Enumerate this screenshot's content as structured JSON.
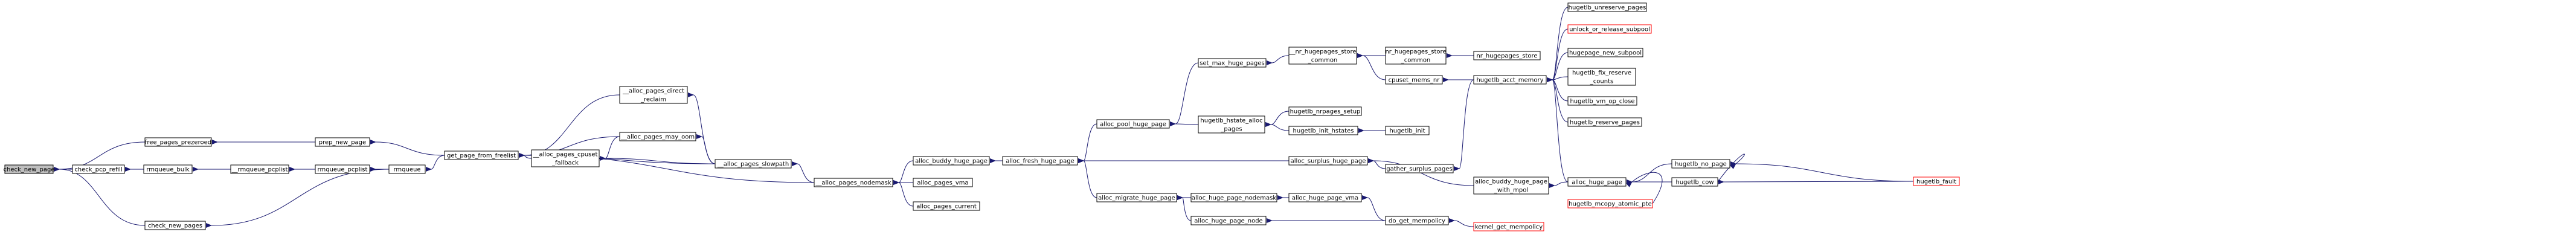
{
  "colors": {
    "edge": "#191970",
    "box_border": "#000000",
    "box_border_highlight": "#ff0000",
    "box_fill": "#ffffff",
    "box_fill_root": "#bfbfbf"
  },
  "nodes": {
    "check_new_page": {
      "lines": [
        "check_new_page"
      ],
      "root": true
    },
    "check_pcp_refill": {
      "lines": [
        "check_pcp_refill"
      ]
    },
    "free_pages_prezeroed": {
      "lines": [
        "free_pages_prezeroed"
      ]
    },
    "check_new_pages": {
      "lines": [
        "check_new_pages"
      ]
    },
    "rmqueue_bulk": {
      "lines": [
        "rmqueue_bulk"
      ]
    },
    "__rmqueue_pcplist": {
      "lines": [
        "__rmqueue_pcplist"
      ]
    },
    "rmqueue_pcplist": {
      "lines": [
        "rmqueue_pcplist"
      ]
    },
    "prep_new_page": {
      "lines": [
        "prep_new_page"
      ]
    },
    "rmqueue": {
      "lines": [
        "rmqueue"
      ]
    },
    "get_page_from_freelist": {
      "lines": [
        "get_page_from_freelist"
      ]
    },
    "__alloc_pages_direct_reclaim": {
      "lines": [
        "__alloc_pages_direct",
        "_reclaim"
      ]
    },
    "__alloc_pages_may_oom": {
      "lines": [
        "__alloc_pages_may_oom"
      ]
    },
    "__alloc_pages_cpuset_fallback": {
      "lines": [
        "__alloc_pages_cpuset",
        "_fallback"
      ]
    },
    "__alloc_pages_slowpath": {
      "lines": [
        "__alloc_pages_slowpath"
      ]
    },
    "__alloc_pages_nodemask": {
      "lines": [
        "__alloc_pages_nodemask"
      ]
    },
    "alloc_buddy_huge_page": {
      "lines": [
        "alloc_buddy_huge_page"
      ]
    },
    "alloc_pages_vma": {
      "lines": [
        "alloc_pages_vma"
      ]
    },
    "alloc_pages_current": {
      "lines": [
        "alloc_pages_current"
      ]
    },
    "alloc_fresh_huge_page": {
      "lines": [
        "alloc_fresh_huge_page"
      ]
    },
    "alloc_pool_huge_page": {
      "lines": [
        "alloc_pool_huge_page"
      ]
    },
    "alloc_migrate_huge_page": {
      "lines": [
        "alloc_migrate_huge_page"
      ]
    },
    "set_max_huge_pages": {
      "lines": [
        "set_max_huge_pages"
      ]
    },
    "hugetlb_hstate_alloc_pages": {
      "lines": [
        "hugetlb_hstate_alloc",
        "_pages"
      ]
    },
    "__nr_hugepages_store_common": {
      "lines": [
        "__nr_hugepages_store",
        "_common"
      ]
    },
    "nr_hugepages_store_common": {
      "lines": [
        "nr_hugepages_store",
        "_common"
      ]
    },
    "nr_hugepages_store": {
      "lines": [
        "nr_hugepages_store"
      ]
    },
    "hugetlb_nrpages_setup": {
      "lines": [
        "hugetlb_nrpages_setup"
      ]
    },
    "hugetlb_init_hstates": {
      "lines": [
        "hugetlb_init_hstates"
      ]
    },
    "hugetlb_init": {
      "lines": [
        "hugetlb_init"
      ]
    },
    "cpuset_mems_nr": {
      "lines": [
        "cpuset_mems_nr"
      ]
    },
    "hugetlb_acct_memory": {
      "lines": [
        "hugetlb_acct_memory"
      ]
    },
    "alloc_surplus_huge_page": {
      "lines": [
        "alloc_surplus_huge_page"
      ]
    },
    "gather_surplus_pages": {
      "lines": [
        "gather_surplus_pages"
      ]
    },
    "alloc_buddy_huge_page_with_mpol": {
      "lines": [
        "alloc_buddy_huge_page",
        "_with_mpol"
      ]
    },
    "alloc_huge_page_nodemask": {
      "lines": [
        "alloc_huge_page_nodemask"
      ]
    },
    "alloc_huge_page_node": {
      "lines": [
        "alloc_huge_page_node"
      ]
    },
    "alloc_huge_page_vma": {
      "lines": [
        "alloc_huge_page_vma"
      ]
    },
    "do_get_mempolicy": {
      "lines": [
        "do_get_mempolicy"
      ]
    },
    "kernel_get_mempolicy": {
      "lines": [
        "kernel_get_mempolicy"
      ],
      "highlight": true
    },
    "hugetlb_unreserve_pages": {
      "lines": [
        "hugetlb_unreserve_pages"
      ]
    },
    "unlock_or_release_subpool": {
      "lines": [
        "unlock_or_release_subpool"
      ],
      "highlight": true
    },
    "hugepage_new_subpool": {
      "lines": [
        "hugepage_new_subpool"
      ]
    },
    "hugetlb_fix_reserve_counts": {
      "lines": [
        "hugetlb_fix_reserve",
        "_counts"
      ]
    },
    "hugetlb_vm_op_close": {
      "lines": [
        "hugetlb_vm_op_close"
      ]
    },
    "hugetlb_reserve_pages": {
      "lines": [
        "hugetlb_reserve_pages"
      ]
    },
    "alloc_huge_page": {
      "lines": [
        "alloc_huge_page"
      ]
    },
    "hugetlb_no_page": {
      "lines": [
        "hugetlb_no_page"
      ]
    },
    "hugetlb_cow": {
      "lines": [
        "hugetlb_cow"
      ]
    },
    "hugetlb_mcopy_atomic_pte": {
      "lines": [
        "hugetlb_mcopy_atomic_pte"
      ],
      "highlight": true
    },
    "hugetlb_fault": {
      "lines": [
        "hugetlb_fault"
      ],
      "highlight": true
    }
  },
  "edges": [
    [
      "check_pcp_refill",
      "check_new_page"
    ],
    [
      "free_pages_prezeroed",
      "check_new_page"
    ],
    [
      "check_new_pages",
      "check_new_page"
    ],
    [
      "prep_new_page",
      "free_pages_prezeroed"
    ],
    [
      "rmqueue_bulk",
      "check_pcp_refill"
    ],
    [
      "__rmqueue_pcplist",
      "rmqueue_bulk"
    ],
    [
      "rmqueue_pcplist",
      "__rmqueue_pcplist"
    ],
    [
      "rmqueue",
      "rmqueue_pcplist"
    ],
    [
      "rmqueue",
      "check_new_pages"
    ],
    [
      "get_page_from_freelist",
      "prep_new_page"
    ],
    [
      "get_page_from_freelist",
      "rmqueue"
    ],
    [
      "__alloc_pages_direct_reclaim",
      "get_page_from_freelist"
    ],
    [
      "__alloc_pages_may_oom",
      "get_page_from_freelist"
    ],
    [
      "__alloc_pages_cpuset_fallback",
      "get_page_from_freelist"
    ],
    [
      "__alloc_pages_slowpath",
      "get_page_from_freelist"
    ],
    [
      "__alloc_pages_nodemask",
      "get_page_from_freelist"
    ],
    [
      "__alloc_pages_slowpath",
      "__alloc_pages_direct_reclaim"
    ],
    [
      "__alloc_pages_slowpath",
      "__alloc_pages_may_oom"
    ],
    [
      "__alloc_pages_may_oom",
      "__alloc_pages_cpuset_fallback"
    ],
    [
      "__alloc_pages_slowpath",
      "__alloc_pages_cpuset_fallback"
    ],
    [
      "__alloc_pages_nodemask",
      "__alloc_pages_slowpath"
    ],
    [
      "alloc_buddy_huge_page",
      "__alloc_pages_nodemask"
    ],
    [
      "alloc_pages_vma",
      "__alloc_pages_nodemask"
    ],
    [
      "alloc_pages_current",
      "__alloc_pages_nodemask"
    ],
    [
      "alloc_fresh_huge_page",
      "alloc_buddy_huge_page"
    ],
    [
      "alloc_pool_huge_page",
      "alloc_fresh_huge_page"
    ],
    [
      "alloc_surplus_huge_page",
      "alloc_fresh_huge_page"
    ],
    [
      "alloc_migrate_huge_page",
      "alloc_fresh_huge_page"
    ],
    [
      "set_max_huge_pages",
      "alloc_pool_huge_page"
    ],
    [
      "hugetlb_hstate_alloc_pages",
      "alloc_pool_huge_page"
    ],
    [
      "__nr_hugepages_store_common",
      "set_max_huge_pages"
    ],
    [
      "nr_hugepages_store_common",
      "__nr_hugepages_store_common"
    ],
    [
      "nr_hugepages_store",
      "nr_hugepages_store_common"
    ],
    [
      "hugetlb_nrpages_setup",
      "hugetlb_hstate_alloc_pages"
    ],
    [
      "hugetlb_init_hstates",
      "hugetlb_hstate_alloc_pages"
    ],
    [
      "hugetlb_init",
      "hugetlb_init_hstates"
    ],
    [
      "cpuset_mems_nr",
      "__nr_hugepages_store_common"
    ],
    [
      "hugetlb_acct_memory",
      "cpuset_mems_nr"
    ],
    [
      "gather_surplus_pages",
      "alloc_surplus_huge_page"
    ],
    [
      "alloc_buddy_huge_page_with_mpol",
      "alloc_surplus_huge_page"
    ],
    [
      "hugetlb_acct_memory",
      "gather_surplus_pages"
    ],
    [
      "alloc_huge_page",
      "alloc_buddy_huge_page_with_mpol"
    ],
    [
      "alloc_huge_page_nodemask",
      "alloc_migrate_huge_page"
    ],
    [
      "alloc_huge_page_node",
      "alloc_migrate_huge_page"
    ],
    [
      "alloc_huge_page_vma",
      "alloc_huge_page_nodemask"
    ],
    [
      "do_get_mempolicy",
      "alloc_huge_page_node"
    ],
    [
      "do_get_mempolicy",
      "alloc_huge_page_vma"
    ],
    [
      "kernel_get_mempolicy",
      "do_get_mempolicy"
    ],
    [
      "hugetlb_unreserve_pages",
      "hugetlb_acct_memory"
    ],
    [
      "unlock_or_release_subpool",
      "hugetlb_acct_memory"
    ],
    [
      "hugepage_new_subpool",
      "hugetlb_acct_memory"
    ],
    [
      "hugetlb_fix_reserve_counts",
      "hugetlb_acct_memory"
    ],
    [
      "hugetlb_vm_op_close",
      "hugetlb_acct_memory"
    ],
    [
      "hugetlb_reserve_pages",
      "hugetlb_acct_memory"
    ],
    [
      "alloc_huge_page",
      "hugetlb_acct_memory"
    ],
    [
      "hugetlb_no_page",
      "alloc_huge_page"
    ],
    [
      "hugetlb_cow",
      "alloc_huge_page"
    ],
    [
      "hugetlb_mcopy_atomic_pte",
      "alloc_huge_page"
    ],
    [
      "hugetlb_cow",
      "hugetlb_no_page"
    ],
    [
      "hugetlb_fault",
      "hugetlb_no_page"
    ],
    [
      "hugetlb_fault",
      "hugetlb_cow"
    ]
  ]
}
